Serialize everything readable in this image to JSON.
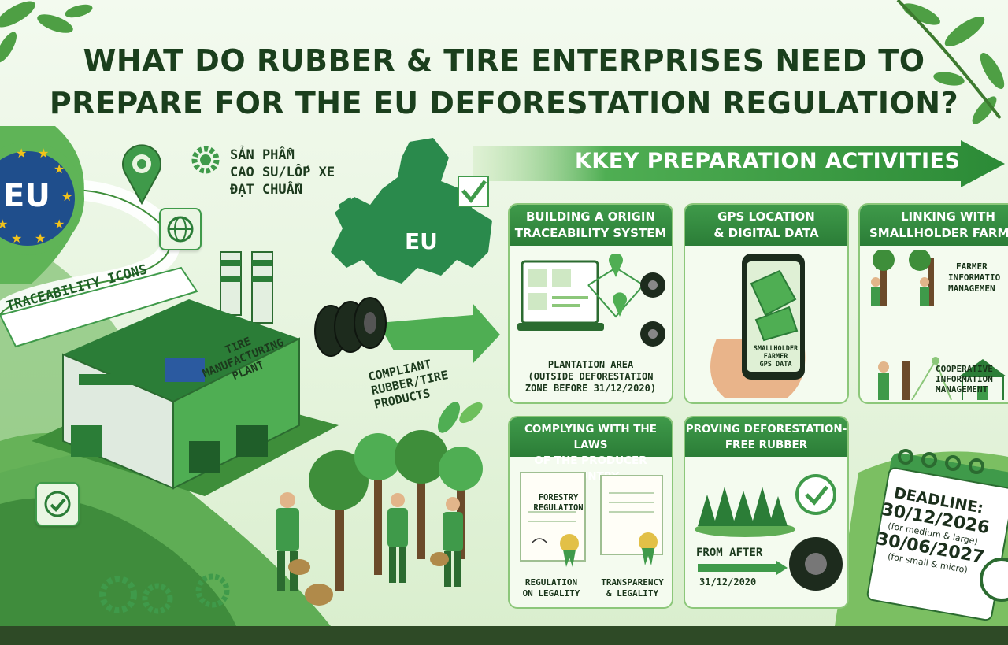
{
  "title": {
    "line1": "WHAT DO RUBBER & TIRE ENTERPRISES NEED TO",
    "line2": "PREPARE FOR THE EU DEFORESTATION REGULATION?"
  },
  "banner": {
    "label": "KKEY PREPARATION ACTIVITIES"
  },
  "left": {
    "eu_badge": "EU",
    "map_label": "EU",
    "product_line1": "SẢN PHẨM",
    "product_line2": "CAO SU/LỐP XE",
    "product_line3": "ĐẠT CHUẨN",
    "traceability_label": "TRACEABILITY ICONS",
    "plant_line1": "TIRE MANUFACTURING",
    "plant_line2": "PLANT",
    "compliant_line1": "COMPLIANT",
    "compliant_line2": "RUBBER/TIRE",
    "compliant_line3": "PRODUCTS"
  },
  "cards": {
    "origin": {
      "head1": "BUILDING A ORIGIN",
      "head2": "TRACEABILITY SYSTEM",
      "caption1": "PLANTATION AREA",
      "caption2": "(OUTSIDE DEFORESTATION",
      "caption3": "ZONE BEFORE 31/12/2020)"
    },
    "gps": {
      "head1": "GPS LOCATION",
      "head2": "& DIGITAL DATA",
      "phone1": "SMALLHOLDER",
      "phone2": "FARMER",
      "phone3": "GPS DATA"
    },
    "farmers": {
      "head1": "LINKING WITH",
      "head2": "SMALLHOLDER FARMER",
      "label1a": "FARMER",
      "label1b": "INFORMATIO",
      "label1c": "MANAGEMEN",
      "label2a": "COOPERATIVE",
      "label2b": "INFORMATION",
      "label2c": "MANAGEMENT"
    },
    "laws": {
      "head1": "COMPLYING WITH THE LAWS",
      "head2": "OF THE PRODUCER COUNTRY",
      "doc1a": "FORESTRY",
      "doc1b": "REGULATION",
      "cap1a": "REGULATION",
      "cap1b": "ON LEGALITY",
      "cap2a": "TRANSPARENCY",
      "cap2b": "& LEGALITY"
    },
    "proving": {
      "head1": "PROVING DEFORESTATION-",
      "head2": "FREE RUBBER",
      "from_label": "FROM AFTER",
      "from_date": "31/12/2020"
    }
  },
  "deadline": {
    "label": "DEADLINE:",
    "date1": "30/12/2026",
    "note1": "(for medium & large)",
    "date2": "30/06/2027",
    "note2": "(for small & micro)"
  },
  "colors": {
    "dark_green": "#2b7d37",
    "mid_green": "#4fae53",
    "light_green": "#8cc77a",
    "title": "#1b3f1d"
  }
}
